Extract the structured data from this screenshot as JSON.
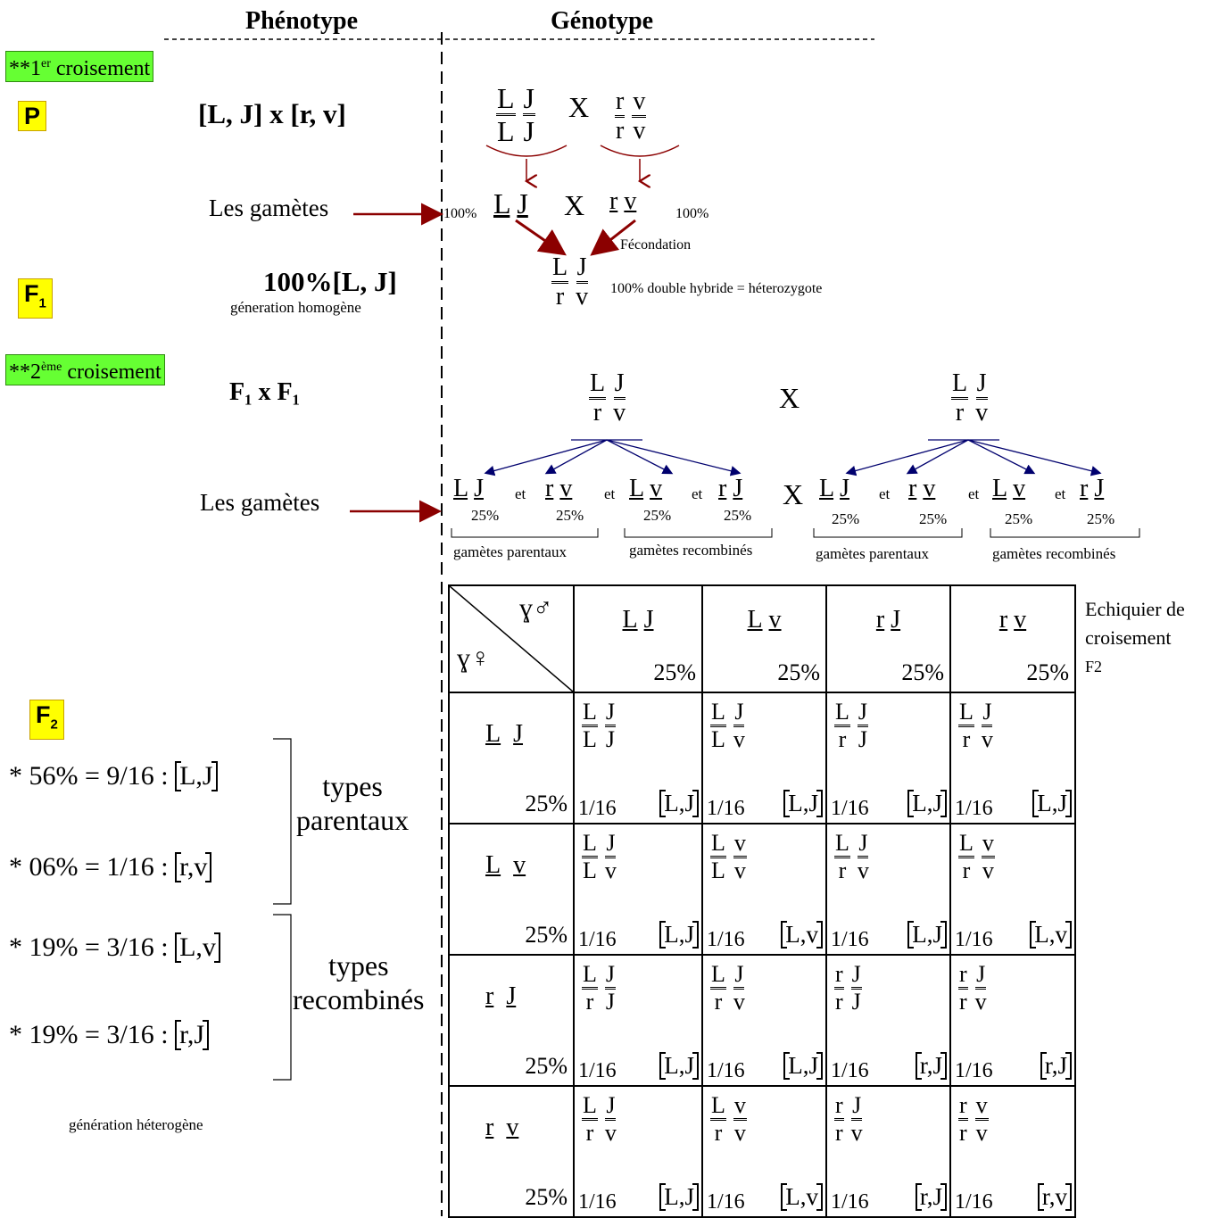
{
  "headers": {
    "phenotype": "Phénotype",
    "genotype": "Génotype"
  },
  "cross1": {
    "label_prefix": "**1",
    "label_sup": "er",
    "label_suffix": " croisement",
    "p_label": "P",
    "p_pheno": "[L, J]  x [r, v]",
    "parent1": {
      "top": [
        "L",
        "J"
      ],
      "bottom": [
        "L",
        "J"
      ]
    },
    "cross_sign": "X",
    "parent2": {
      "top": [
        "r",
        "v"
      ],
      "bottom": [
        "r",
        "v"
      ]
    },
    "gametes_label": "Les gamètes",
    "gam_pct_left": "100%",
    "gam1": [
      "L",
      "J"
    ],
    "gam2": [
      "r",
      "v"
    ],
    "gam_pct_right": "100%",
    "fecondation": "Fécondation",
    "f1_label": "F",
    "f1_sub": "1",
    "f1_pheno": "100%[L, J]",
    "f1_note": "géneration homogène",
    "f1_geno": {
      "top": [
        "L",
        "J"
      ],
      "bottom": [
        "r",
        "v"
      ]
    },
    "f1_geno_note": "100% double hybride = héterozygote"
  },
  "cross2": {
    "label_prefix": "**2",
    "label_sup": "ème",
    "label_suffix": " croisement",
    "f1xf1": "F₁  x F₁",
    "parent": {
      "top": [
        "L",
        "J"
      ],
      "bottom": [
        "r",
        "v"
      ]
    },
    "cross_sign": "X",
    "gametes_label": "Les gamètes",
    "gametes": [
      {
        "a": "L",
        "b": "J",
        "pct": "25%"
      },
      {
        "a": "r",
        "b": "v",
        "pct": "25%"
      },
      {
        "a": "L",
        "b": "v",
        "pct": "25%"
      },
      {
        "a": "r",
        "b": "J",
        "pct": "25%"
      }
    ],
    "et": "et",
    "gam_parentaux": "gamètes parentaux",
    "gam_recombines": "gamètes recombinés"
  },
  "grid": {
    "corner_male": "♂",
    "corner_female": "♀",
    "col_headers": [
      {
        "a": "L",
        "b": "J",
        "pct": "25%"
      },
      {
        "a": "L",
        "b": "v",
        "pct": "25%"
      },
      {
        "a": "r",
        "b": "J",
        "pct": "25%"
      },
      {
        "a": "r",
        "b": "v",
        "pct": "25%"
      }
    ],
    "row_headers": [
      {
        "a": "L",
        "b": "J",
        "pct": "25%"
      },
      {
        "a": "L",
        "b": "v",
        "pct": "25%"
      },
      {
        "a": "r",
        "b": "J",
        "pct": "25%"
      },
      {
        "a": "r",
        "b": "v",
        "pct": "25%"
      }
    ],
    "cells": [
      [
        {
          "t": [
            "L",
            "J"
          ],
          "b": [
            "L",
            "J"
          ],
          "f": "1/16",
          "p": "L,J"
        },
        {
          "t": [
            "L",
            "J"
          ],
          "b": [
            "L",
            "v"
          ],
          "f": "1/16",
          "p": "L,J"
        },
        {
          "t": [
            "L",
            "J"
          ],
          "b": [
            "r",
            "J"
          ],
          "f": "1/16",
          "p": "L,J"
        },
        {
          "t": [
            "L",
            "J"
          ],
          "b": [
            "r",
            "v"
          ],
          "f": "1/16",
          "p": "L,J"
        }
      ],
      [
        {
          "t": [
            "L",
            "J"
          ],
          "b": [
            "L",
            "v"
          ],
          "f": "1/16",
          "p": "L,J"
        },
        {
          "t": [
            "L",
            "v"
          ],
          "b": [
            "L",
            "v"
          ],
          "f": "1/16",
          "p": "L,v"
        },
        {
          "t": [
            "L",
            "J"
          ],
          "b": [
            "r",
            "v"
          ],
          "f": "1/16",
          "p": "L,J"
        },
        {
          "t": [
            "L",
            "v"
          ],
          "b": [
            "r",
            "v"
          ],
          "f": "1/16",
          "p": "L,v"
        }
      ],
      [
        {
          "t": [
            "L",
            "J"
          ],
          "b": [
            "r",
            "J"
          ],
          "f": "1/16",
          "p": "L,J"
        },
        {
          "t": [
            "L",
            "J"
          ],
          "b": [
            "r",
            "v"
          ],
          "f": "1/16",
          "p": "L,J"
        },
        {
          "t": [
            "r",
            "J"
          ],
          "b": [
            "r",
            "J"
          ],
          "f": "1/16",
          "p": "r,J"
        },
        {
          "t": [
            "r",
            "J"
          ],
          "b": [
            "r",
            "v"
          ],
          "f": "1/16",
          "p": "r,J"
        }
      ],
      [
        {
          "t": [
            "L",
            "J"
          ],
          "b": [
            "r",
            "v"
          ],
          "f": "1/16",
          "p": "L,J"
        },
        {
          "t": [
            "L",
            "v"
          ],
          "b": [
            "r",
            "v"
          ],
          "f": "1/16",
          "p": "L,v"
        },
        {
          "t": [
            "r",
            "J"
          ],
          "b": [
            "r",
            "v"
          ],
          "f": "1/16",
          "p": "r,J"
        },
        {
          "t": [
            "r",
            "v"
          ],
          "b": [
            "r",
            "v"
          ],
          "f": "1/16",
          "p": "r,v"
        }
      ]
    ],
    "side_label": [
      "Echiquier de",
      "croisement",
      "F2"
    ]
  },
  "f2": {
    "label": "F",
    "sub": "2",
    "results": [
      {
        "text": "* 56% = 9/16 : ",
        "pheno": "L,J"
      },
      {
        "text": "* 06% = 1/16 : ",
        "pheno": "r,v"
      },
      {
        "text": "* 19% = 3/16 : ",
        "pheno": "L,v"
      },
      {
        "text": "* 19% = 3/16 : ",
        "pheno": "r,J"
      }
    ],
    "types_parentaux": [
      "types",
      "parentaux"
    ],
    "types_recombines": [
      "types",
      "recombinés"
    ],
    "note": "génération héterogène"
  }
}
